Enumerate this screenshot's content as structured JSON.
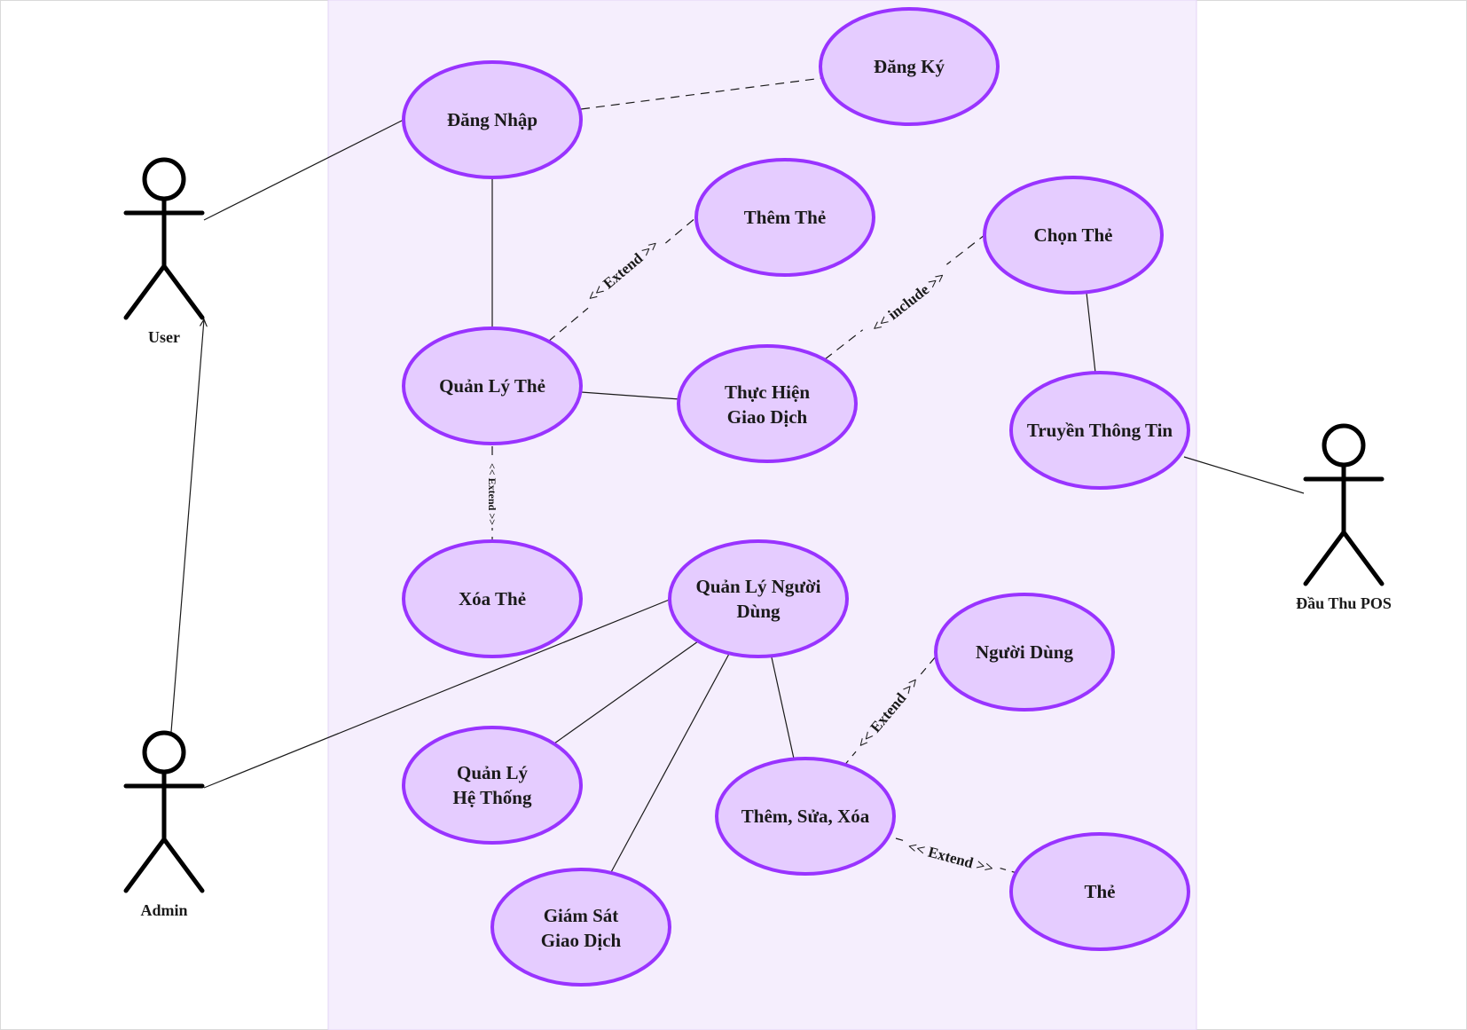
{
  "colors": {
    "usecase_fill": "#e5ccff",
    "usecase_stroke": "#9933ff",
    "system_boundary_fill": "#f5eefd",
    "line": "#1a1a1a"
  },
  "actors": {
    "user": {
      "label": "User"
    },
    "admin": {
      "label": "Admin"
    },
    "pos": {
      "label": "Đầu Thu POS"
    }
  },
  "usecases": {
    "dang_nhap": {
      "label": "Đăng Nhập"
    },
    "dang_ky": {
      "label": "Đăng Ký"
    },
    "them_the": {
      "label": "Thêm Thẻ"
    },
    "chon_the": {
      "label": "Chọn Thẻ"
    },
    "quan_ly_the": {
      "label": "Quản Lý Thẻ"
    },
    "thuc_hien_giao_dich": {
      "line1": "Thực Hiện",
      "line2": "Giao Dịch"
    },
    "truyen_thong_tin": {
      "label": "Truyền Thông Tin"
    },
    "xoa_the": {
      "label": "Xóa Thẻ"
    },
    "quan_ly_nguoi_dung": {
      "line1": "Quản Lý Người",
      "line2": "Dùng"
    },
    "nguoi_dung": {
      "label": "Người Dùng"
    },
    "quan_ly_he_thong": {
      "line1": "Quản Lý",
      "line2": "Hệ Thống"
    },
    "them_sua_xoa": {
      "label": "Thêm, Sửa, Xóa"
    },
    "the": {
      "label": "Thẻ"
    },
    "giam_sat_giao_dich": {
      "line1": "Giám Sát",
      "line2": "Giao Dịch"
    }
  },
  "relations": {
    "extend_them_the": "<< Extend >>",
    "include_chon_the": "<< include >>",
    "extend_xoa_the": "<< Extend >>",
    "extend_nguoi_dung": "<< Extend >>",
    "extend_the": "<< Extend >>"
  }
}
